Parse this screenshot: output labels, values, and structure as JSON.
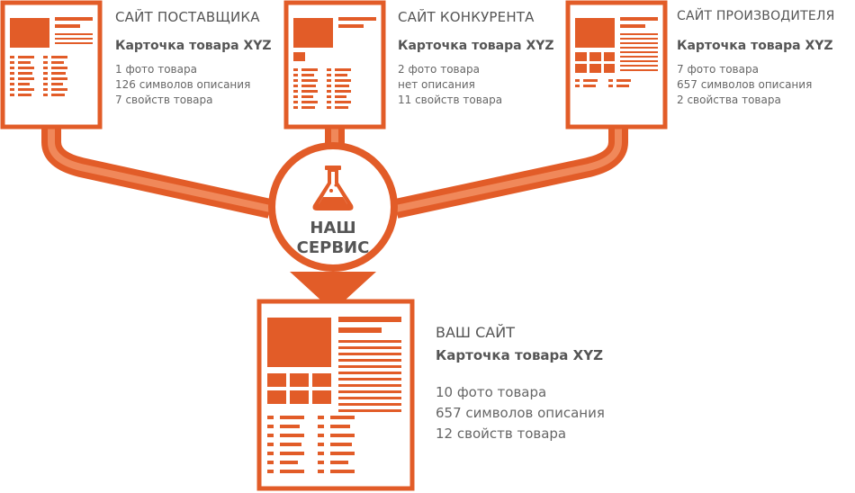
{
  "colors": {
    "accent": "#e25c28",
    "outline": "#e25c28",
    "text": "#555555"
  },
  "sources": [
    {
      "title": "САЙТ ПОСТАВЩИКА",
      "card": "Карточка товара XYZ",
      "stats": [
        "1 фото товара",
        "126 символов описания",
        "7 свойств товара"
      ]
    },
    {
      "title": "САЙТ КОНКУРЕНТА",
      "card": "Карточка товара XYZ",
      "stats": [
        "2 фото товара",
        "нет описания",
        "11 свойств товара"
      ]
    },
    {
      "title": "САЙТ ПРОИЗВОДИТЕЛЯ",
      "card": "Карточка товара XYZ",
      "stats": [
        "7 фото товара",
        "657 символов описания",
        "2 свойства товара"
      ]
    }
  ],
  "service": {
    "line1": "НАШ",
    "line2": "СЕРВИС",
    "icon": "flask-icon"
  },
  "result": {
    "title": "ВАШ САЙТ",
    "card": "Карточка товара XYZ",
    "stats": [
      "10 фото товара",
      "657 символов описания",
      "12 свойств товара"
    ]
  }
}
